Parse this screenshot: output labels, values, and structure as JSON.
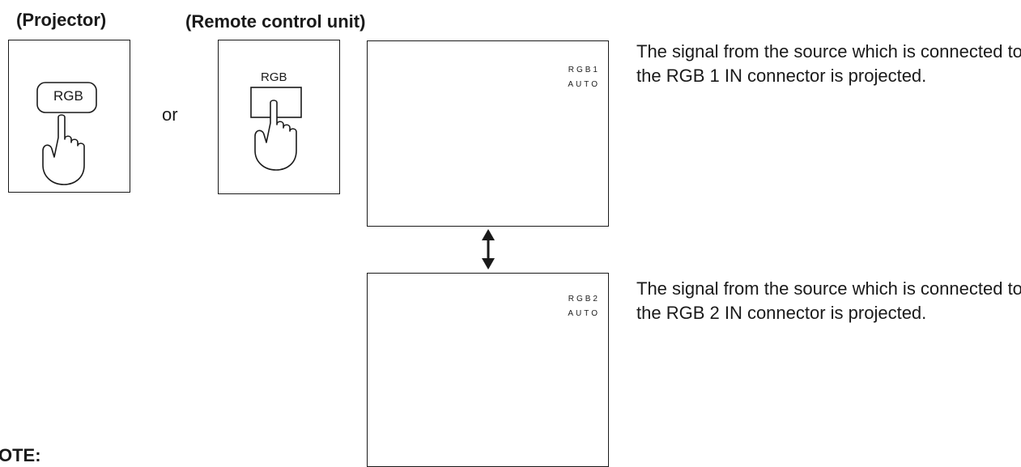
{
  "headings": {
    "projector": "(Projector)",
    "remote": "(Remote control unit)"
  },
  "projector_button": {
    "label": "RGB",
    "icon": "hand-pressing-button-icon"
  },
  "connector_word": "or",
  "remote_button": {
    "label": "RGB",
    "icon": "hand-pressing-button-icon"
  },
  "screens": [
    {
      "osd_line1": "RGB1",
      "osd_line2": "AUTO",
      "description": "The signal from the source which is connected to the RGB 1 IN connector is projected."
    },
    {
      "osd_line1": "RGB2",
      "osd_line2": "AUTO",
      "description": "The signal from the source which is connected to the RGB 2 IN connector is projected."
    }
  ],
  "toggle_icon": "double-arrow-icon",
  "note_label": "OTE:"
}
